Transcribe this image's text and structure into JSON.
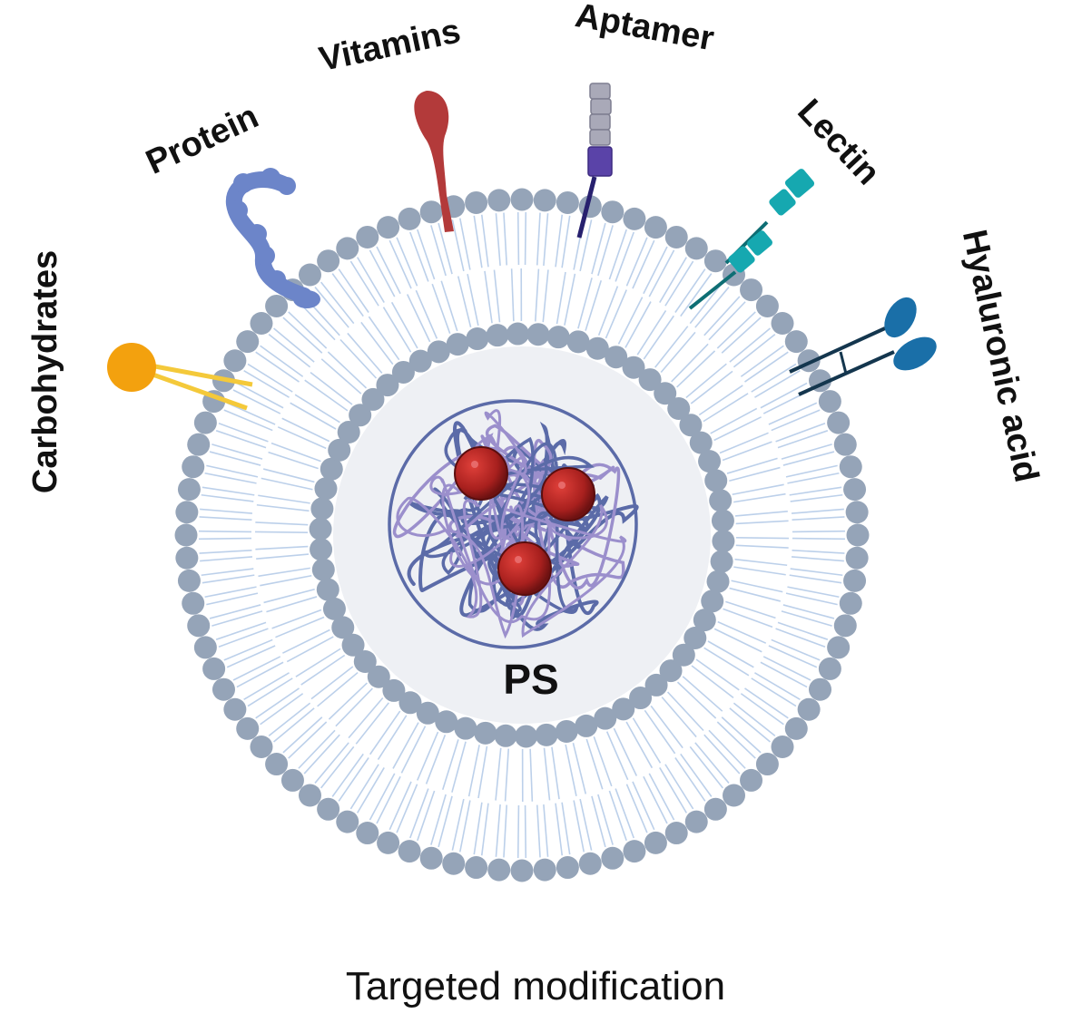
{
  "labels": {
    "carbohydrates": "Carbohydrates",
    "protein": "Protein",
    "vitamins": "Vitamins",
    "aptamer": "Aptamer",
    "lectin": "Lectin",
    "hyaluronic_acid": "Hyaluronic acid",
    "core": "PS"
  },
  "caption": "Targeted modification",
  "colors": {
    "lipid_head": "#95a4b8",
    "lipid_tail": "#bcd0ea",
    "core_fill": "#eef0f4",
    "strand_dark": "#5b6ba8",
    "strand_light": "#9b8fcc",
    "drug_red": "#a8201e",
    "carbohydrate": "#f3a10e",
    "carbohydrate_tail": "#f4c93a",
    "protein": "#6c85c9",
    "vitamin": "#b33a3a",
    "aptamer_block": "#a9a9b8",
    "aptamer_anchor": "#5a43a8",
    "lectin": "#16a8b0",
    "hyaluronic": "#1a6fa8"
  }
}
